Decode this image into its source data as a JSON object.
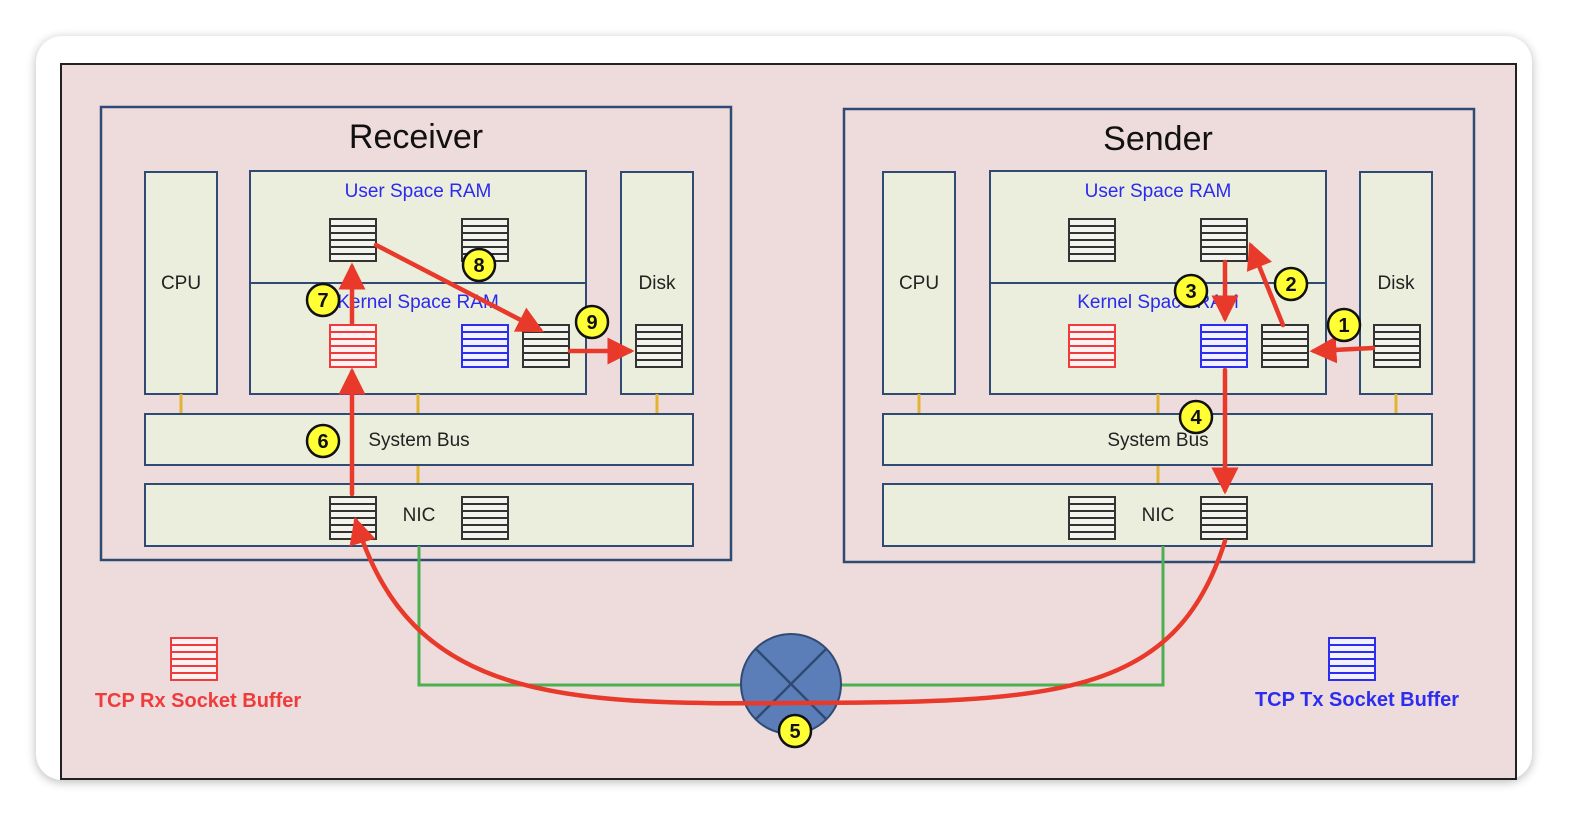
{
  "receiver": {
    "title": "Receiver",
    "cpu": "CPU",
    "user_space": "User Space RAM",
    "kernel_space": "Kernel Space RAM",
    "disk": "Disk",
    "system_bus": "System Bus",
    "nic": "NIC"
  },
  "sender": {
    "title": "Sender",
    "cpu": "CPU",
    "user_space": "User Space RAM",
    "kernel_space": "Kernel Space RAM",
    "disk": "Disk",
    "system_bus": "System Bus",
    "nic": "NIC"
  },
  "steps": [
    "1",
    "2",
    "3",
    "4",
    "5",
    "6",
    "7",
    "8",
    "9"
  ],
  "legend": {
    "rx": "TCP Rx Socket Buffer",
    "tx": "TCP Tx Socket Buffer"
  },
  "colors": {
    "background": "#eedcdc",
    "component_fill": "#ebeedc",
    "outline": "#2f4b74",
    "arrow": "#e8392b",
    "rx_buffer": "#ef3b3b",
    "tx_buffer": "#2d2df2",
    "link": "#4caf50",
    "router": "#5b7db8",
    "step_marker": "#ffff33",
    "ram_label": "#2a2af0"
  }
}
